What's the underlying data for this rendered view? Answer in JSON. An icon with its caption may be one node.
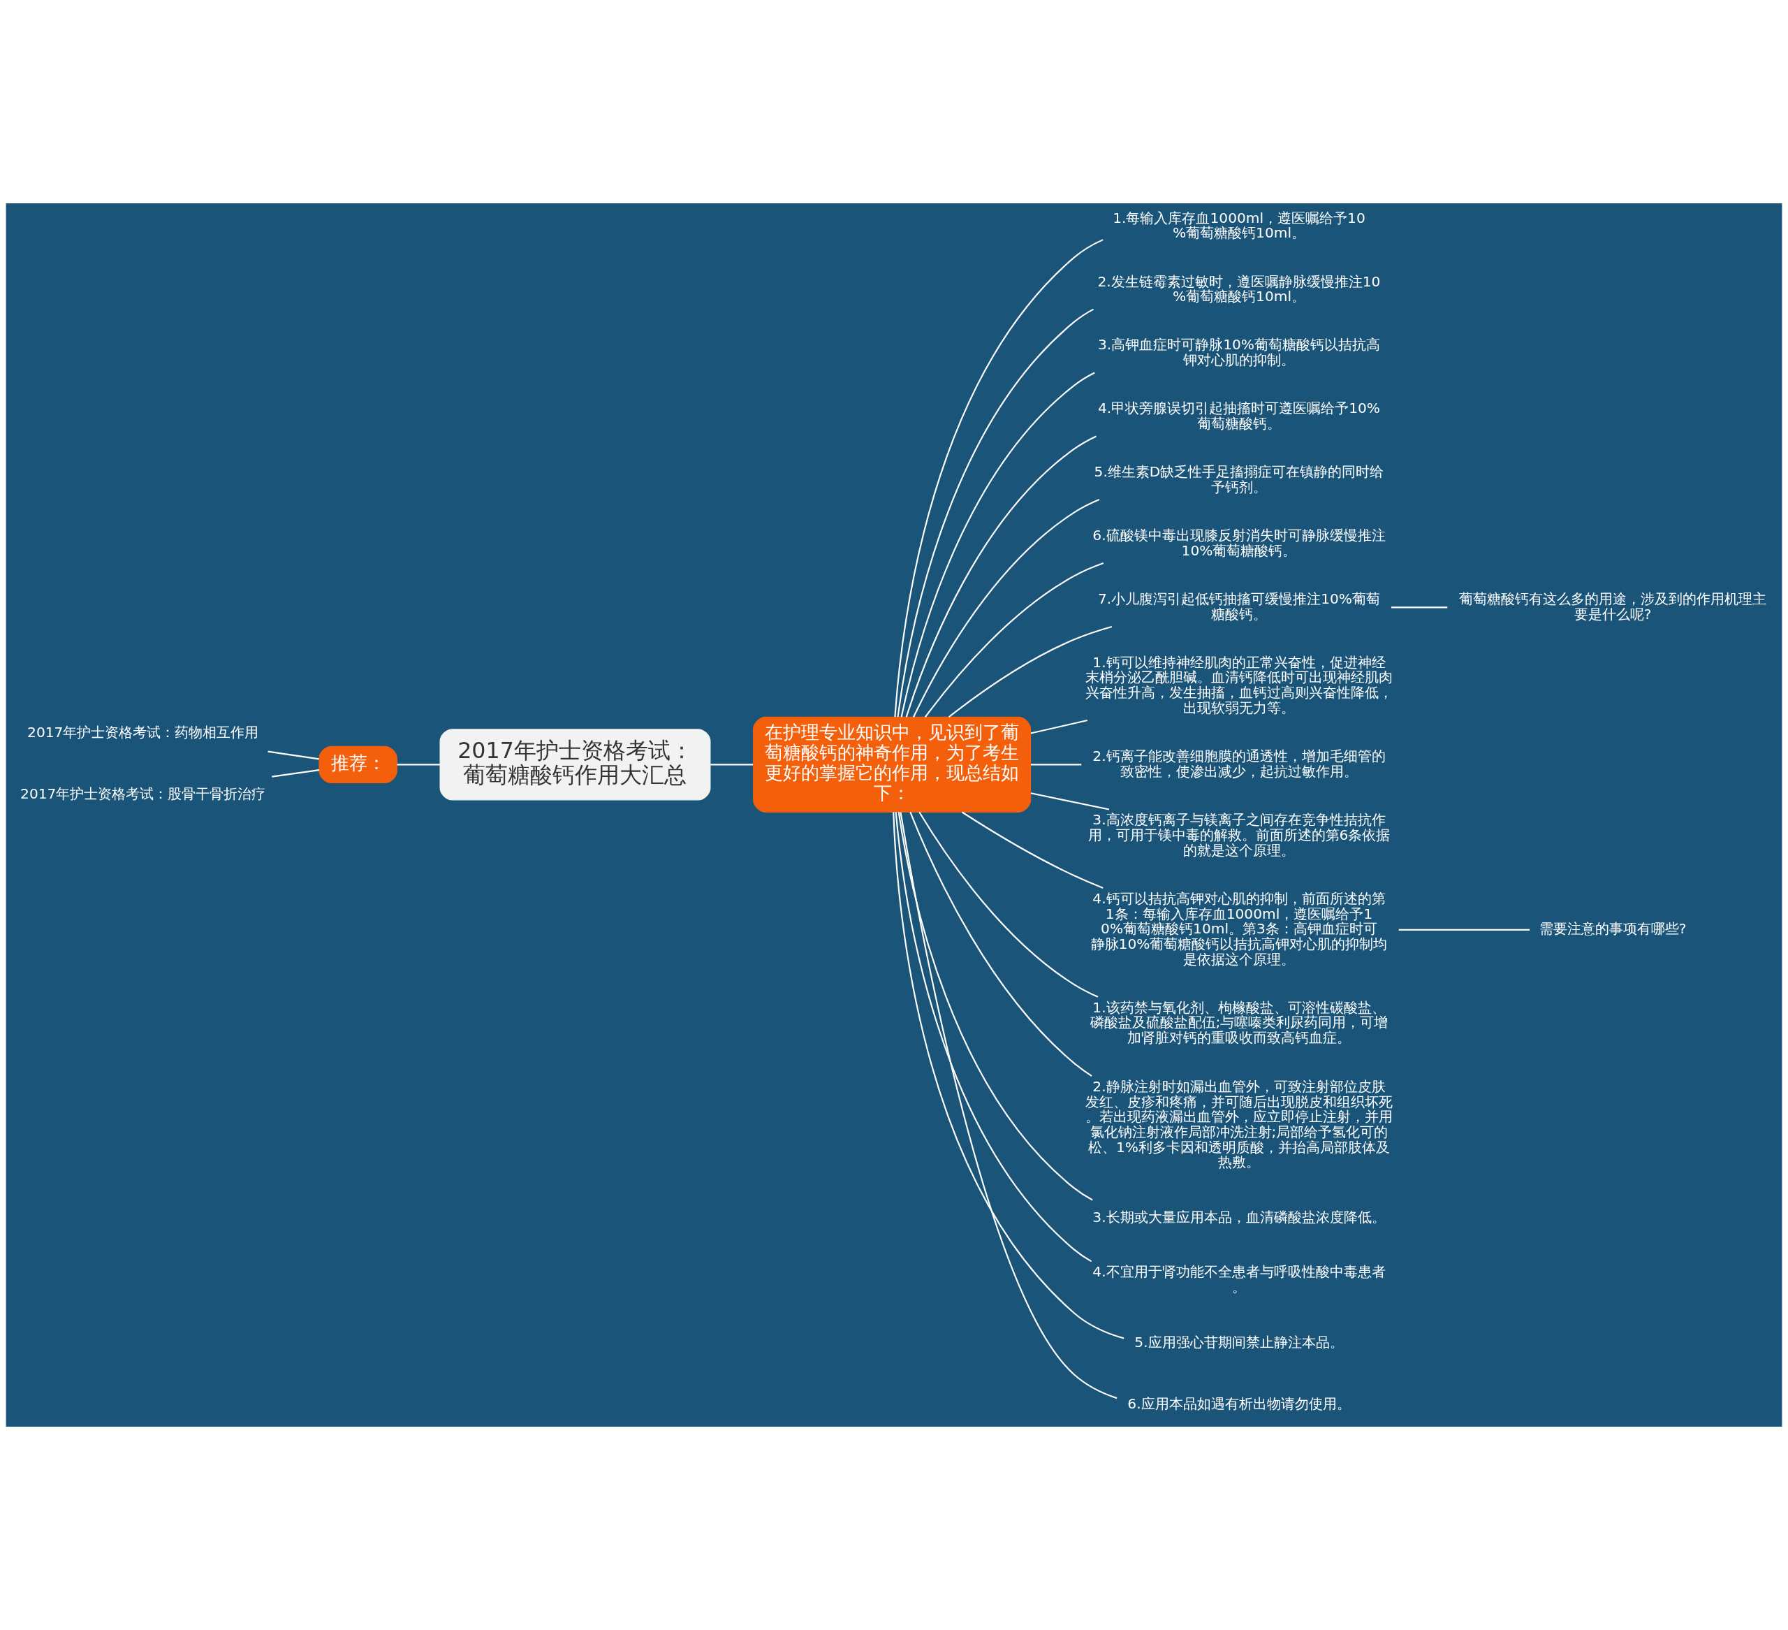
{
  "diagram": {
    "nodes": [
      {
        "text": [
          "2017年护士资格考试：葡萄糖酸钙作用大汇总"
        ]
      },
      {
        "text": [
          "推荐："
        ]
      },
      {
        "text": [
          "2017年护士资格考试：药物相互作用"
        ]
      },
      {
        "text": [
          "2017年护士资格考试：股骨干骨折治疗"
        ]
      },
      {
        "text": [
          "在护理专业知识中，见识到了葡萄糖酸钙的神奇作用，为了考生更好的掌握它的作用，现总结如下："
        ]
      },
      {
        "text": [
          "1.每输入库存血1000ml，遵医嘱给予10%葡萄糖酸钙10ml。"
        ]
      },
      {
        "text": [
          "2.发生链霉素过敏时，遵医嘱静脉缓慢推注10%葡萄糖酸钙10ml。"
        ]
      },
      {
        "text": [
          "3.高钾血症时可静脉10%葡萄糖酸钙以拮抗高钾对心肌的抑制。"
        ]
      },
      {
        "text": [
          "4.甲状旁腺误切引起抽搐时可遵医嘱给予10%葡萄糖酸钙。"
        ]
      },
      {
        "text": [
          "5.维生素D缺乏性手足搐搦症可在镇静的同时给予钙剂。"
        ]
      },
      {
        "text": [
          "6.硫酸镁中毒出现膝反射消失时可静脉缓慢推注10%葡萄糖酸钙。"
        ]
      },
      {
        "text": [
          "7.小儿腹泻引起低钙抽搐可缓慢推注10%葡萄糖酸钙。"
        ]
      },
      {
        "text": [
          "葡萄糖酸钙有这么多的用途，涉及到的作用机理主要是什么呢?"
        ]
      },
      {
        "text": [
          "1.钙可以维持神经肌肉的正常兴奋性，促进神经末梢分泌乙酰胆碱。血清钙降低时可出现神经肌肉兴奋性升高，发生抽搐，血钙过高则兴奋性降低，出现软弱无力等。"
        ]
      },
      {
        "text": [
          "2.钙离子能改善细胞膜的通透性，增加毛细管的致密性，使渗出减少，起抗过敏作用。"
        ]
      },
      {
        "text": [
          "3.高浓度钙离子与镁离子之间存在竞争性拮抗作用，可用于镁中毒的解救。前面所述的第6条依据的就是这个原理。"
        ]
      },
      {
        "text": [
          "4.钙可以拮抗高钾对心肌的抑制，前面所述的第1条：每输入库存血1000ml，遵医嘱给予10%葡萄糖酸钙10ml。第3条：高钾血症时可静脉10%葡萄糖酸钙以拮抗高钾对心肌的抑制均是依据这个原理。"
        ]
      },
      {
        "text": [
          "需要注意的事项有哪些?"
        ]
      },
      {
        "text": [
          "1.该药禁与氧化剂、枸橼酸盐、可溶性碳酸盐、磷酸盐及硫酸盐配伍;与噻嗪类利尿药同用，可增加肾脏对钙的重吸收而致高钙血症。"
        ]
      },
      {
        "text": [
          "2.静脉注射时如漏出血管外，可致注射部位皮肤发红、皮疹和疼痛，并可随后出现脱皮和组织坏死。若出现药液漏出血管外，应立即停止注射，并用氯化钠注射液作局部冲洗注射;局部给予氢化可的松、1%利多卡因和透明质酸，并抬高局部肢体及热敷。"
        ]
      },
      {
        "text": [
          "3.长期或大量应用本品，血清磷酸盐浓度降低。"
        ]
      },
      {
        "text": [
          "4.不宜用于肾功能不全患者与呼吸性酸中毒患者。"
        ]
      },
      {
        "text": [
          "5.应用强心苷期间禁止静注本品。"
        ]
      },
      {
        "text": [
          "6.应用本品如遇有析出物请勿使用。"
        ]
      }
    ],
    "edges": [
      {
        "from": 1,
        "to": 0,
        "arrow": "none"
      },
      {
        "from": 2,
        "to": 1,
        "arrow": "none"
      },
      {
        "from": 3,
        "to": 1,
        "arrow": "none"
      },
      {
        "from": 0,
        "to": 4,
        "arrow": "none"
      },
      {
        "from": 4,
        "to": 5,
        "arrow": "none"
      },
      {
        "from": 4,
        "to": 6,
        "arrow": "none"
      },
      {
        "from": 4,
        "to": 7,
        "arrow": "none"
      },
      {
        "from": 4,
        "to": 8,
        "arrow": "none"
      },
      {
        "from": 4,
        "to": 9,
        "arrow": "none"
      },
      {
        "from": 4,
        "to": 10,
        "arrow": "none"
      },
      {
        "from": 4,
        "to": 11,
        "arrow": "none"
      },
      {
        "from": 11,
        "to": 12,
        "arrow": "none"
      },
      {
        "from": 4,
        "to": 13,
        "arrow": "none"
      },
      {
        "from": 4,
        "to": 14,
        "arrow": "none"
      },
      {
        "from": 4,
        "to": 15,
        "arrow": "none"
      },
      {
        "from": 4,
        "to": 16,
        "arrow": "none"
      },
      {
        "from": 16,
        "to": 17,
        "arrow": "none"
      },
      {
        "from": 4,
        "to": 18,
        "arrow": "none"
      },
      {
        "from": 4,
        "to": 19,
        "arrow": "none"
      },
      {
        "from": 4,
        "to": 20,
        "arrow": "none"
      },
      {
        "from": 4,
        "to": 21,
        "arrow": "none"
      },
      {
        "from": 4,
        "to": 22,
        "arrow": "none"
      },
      {
        "from": 4,
        "to": 23,
        "arrow": "none"
      }
    ]
  }
}
